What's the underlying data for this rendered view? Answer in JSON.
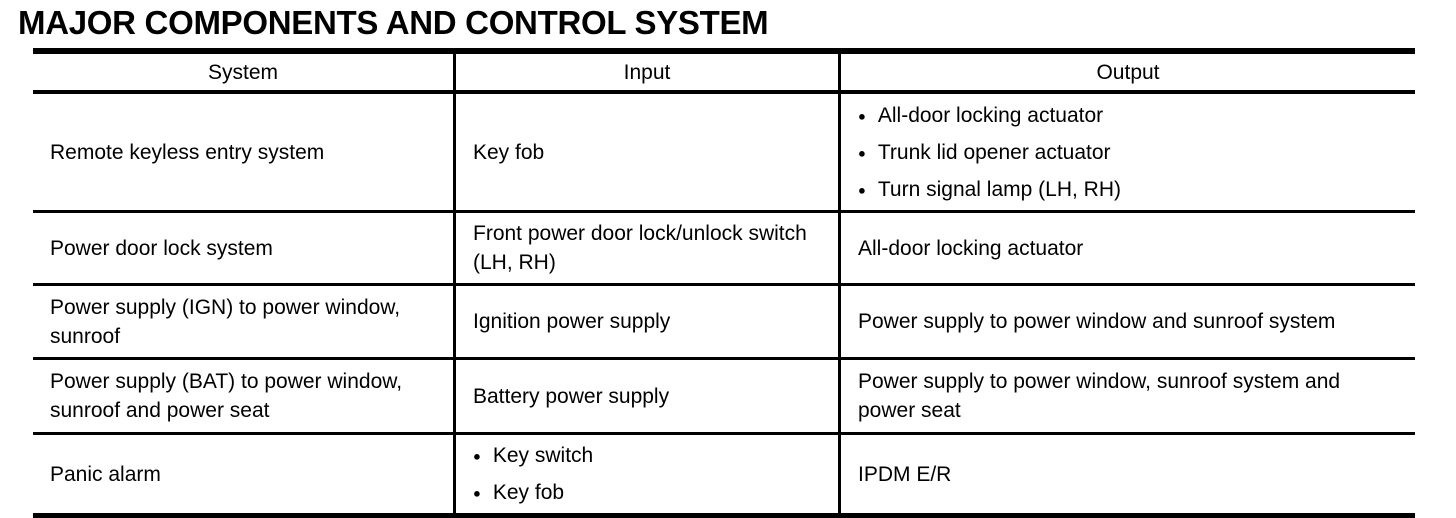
{
  "page_title": "MAJOR COMPONENTS AND CONTROL SYSTEM",
  "icons": {
    "bullet": "●"
  },
  "colors": {
    "text": "#000000",
    "background": "#ffffff",
    "rule": "#000000"
  },
  "table": {
    "headers": [
      "System",
      "Input",
      "Output"
    ],
    "rows": [
      {
        "system": {
          "type": "text",
          "text": "Remote keyless entry system"
        },
        "input": {
          "type": "text",
          "text": "Key fob"
        },
        "output": {
          "type": "bullets",
          "items": [
            "All-door locking actuator",
            "Trunk lid opener actuator",
            "Turn signal lamp (LH, RH)"
          ]
        }
      },
      {
        "system": {
          "type": "text",
          "text": "Power door lock system"
        },
        "input": {
          "type": "text",
          "text": "Front power door lock/unlock switch (LH, RH)"
        },
        "output": {
          "type": "text",
          "text": "All-door locking actuator"
        }
      },
      {
        "system": {
          "type": "text",
          "text": "Power supply (IGN) to power window, sunroof"
        },
        "input": {
          "type": "text",
          "text": "Ignition power supply"
        },
        "output": {
          "type": "text",
          "text": "Power supply to power window and sunroof system"
        }
      },
      {
        "system": {
          "type": "text",
          "text": "Power supply (BAT) to power window, sunroof and power seat"
        },
        "input": {
          "type": "text",
          "text": "Battery power supply"
        },
        "output": {
          "type": "text",
          "text": "Power supply to power window, sunroof system and power seat"
        }
      },
      {
        "system": {
          "type": "text",
          "text": "Panic alarm"
        },
        "input": {
          "type": "bullets",
          "items": [
            "Key switch",
            "Key fob"
          ]
        },
        "output": {
          "type": "text",
          "text": "IPDM E/R"
        }
      }
    ]
  }
}
